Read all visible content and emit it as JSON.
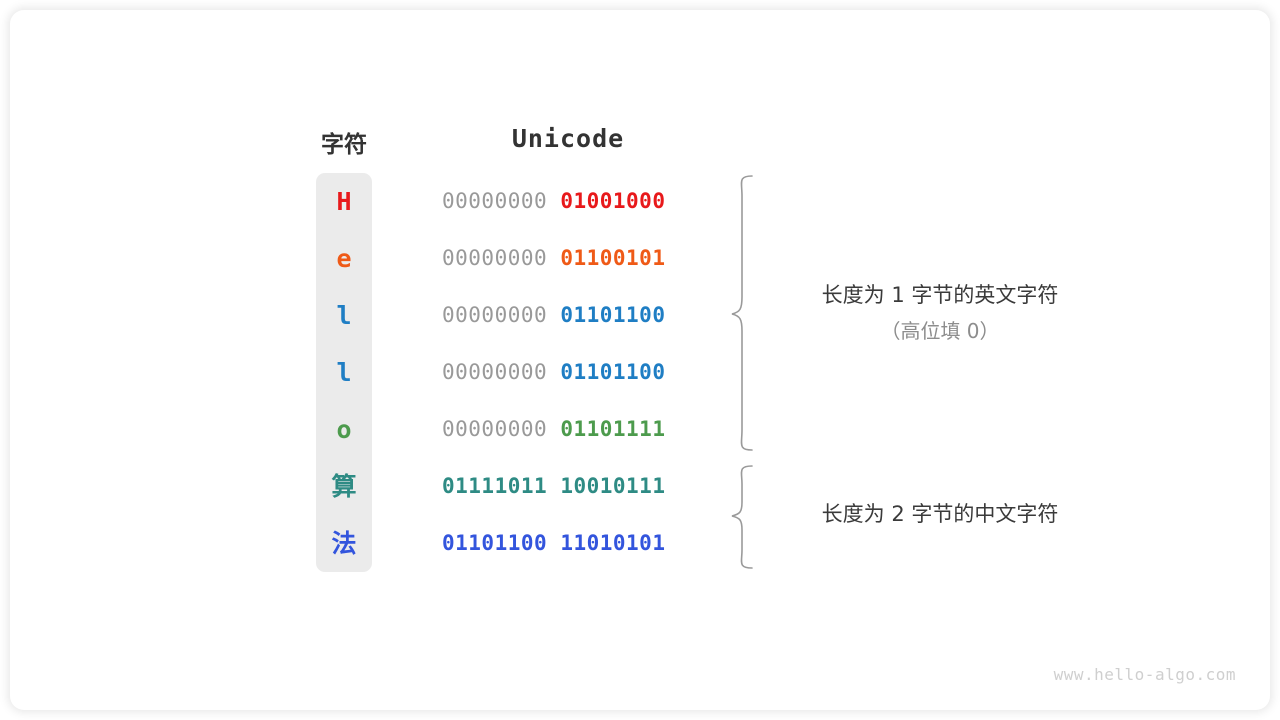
{
  "figure": {
    "title_char_column": "字符",
    "title_unicode_column": "Unicode"
  },
  "colors": {
    "card_background": "#ffffff",
    "char_column_background": "#ebebeb",
    "high_byte_gray": "#999999",
    "annotation_text": "#3a3a3a",
    "annotation_subtext": "#8d8d8d",
    "brace_stroke": "#9a9a9a",
    "watermark": "#cfcfcf",
    "header_text": "#333333"
  },
  "rows": [
    {
      "char": "H",
      "char_color": "#e8191b",
      "high_byte": "00000000",
      "low_byte": "01001000",
      "low_color": "#e8191b",
      "script": "latin"
    },
    {
      "char": "e",
      "char_color": "#ef5a17",
      "high_byte": "00000000",
      "low_byte": "01100101",
      "low_color": "#ef5a17",
      "script": "latin"
    },
    {
      "char": "l",
      "char_color": "#1f7ec4",
      "high_byte": "00000000",
      "low_byte": "01101100",
      "low_color": "#1f7ec4",
      "script": "latin"
    },
    {
      "char": "l",
      "char_color": "#1f7ec4",
      "high_byte": "00000000",
      "low_byte": "01101100",
      "low_color": "#1f7ec4",
      "script": "latin"
    },
    {
      "char": "o",
      "char_color": "#4d9b4d",
      "high_byte": "00000000",
      "low_byte": "01101111",
      "low_color": "#4d9b4d",
      "script": "latin"
    },
    {
      "char": "算",
      "char_color": "#2e8b84",
      "high_byte": "01111011",
      "low_byte": "10010111",
      "low_color": "#2e8b84",
      "high_color": "#2e8b84",
      "script": "cjk"
    },
    {
      "char": "法",
      "char_color": "#3355dd",
      "high_byte": "01101100",
      "low_byte": "11010101",
      "low_color": "#3355dd",
      "high_color": "#3355dd",
      "script": "cjk"
    }
  ],
  "annotations": [
    {
      "main": "长度为 1 字节的英文字符",
      "sub": "（高位填 0）"
    },
    {
      "main": "长度为 2 字节的中文字符",
      "sub": ""
    }
  ],
  "watermark": "www.hello-algo.com"
}
